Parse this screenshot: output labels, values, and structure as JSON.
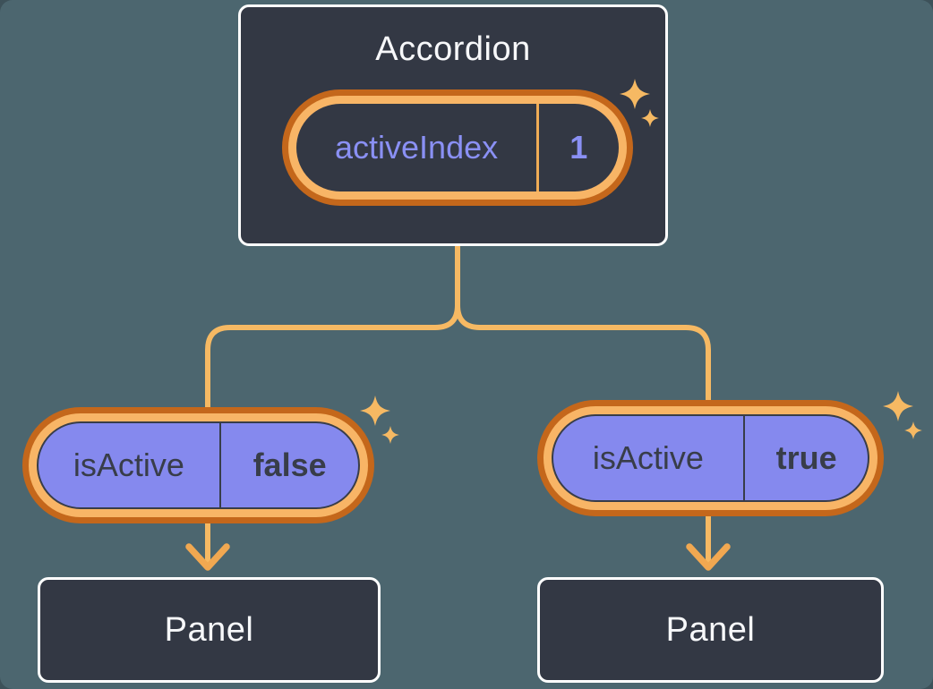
{
  "diagram": {
    "root": {
      "title": "Accordion",
      "state": {
        "name": "activeIndex",
        "value": "1"
      }
    },
    "branches": [
      {
        "prop_name": "isActive",
        "prop_value": "false",
        "child": "Panel"
      },
      {
        "prop_name": "isActive",
        "prop_value": "true",
        "child": "Panel"
      }
    ]
  },
  "icons": {
    "sparkle": "✦"
  },
  "colors": {
    "background": "#4C666F",
    "node_bg": "#333844",
    "node_border": "#FFFFFF",
    "ring_outer": "#C4671B",
    "ring_inner": "#F8B566",
    "connector": "#F6B963",
    "arrow": "#F1A851",
    "prop_pill_fill": "#8589EE",
    "text_light": "#F7F8FA",
    "text_dark": "#383D49",
    "state_text": "#8A90F4",
    "state_divider": "#EFAC55"
  }
}
